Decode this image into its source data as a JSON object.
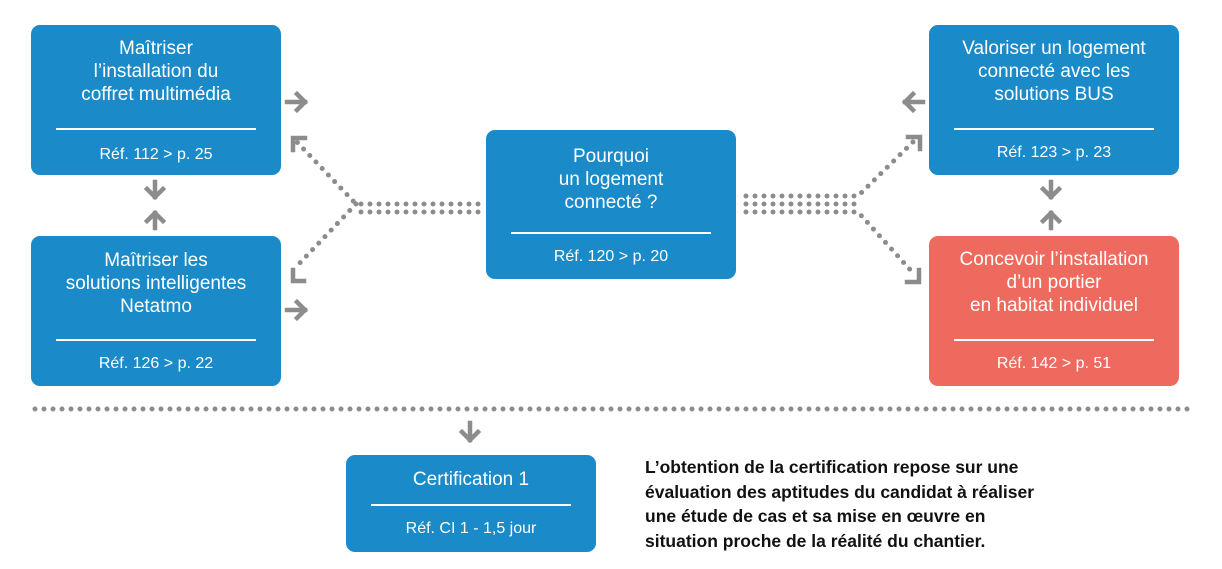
{
  "boxes": {
    "coffret": {
      "title": "Maîtriser\nl’installation du\ncoffret multimédia",
      "ref": "Réf. 112 > p. 25"
    },
    "netatmo": {
      "title": "Maîtriser les\nsolutions intelligentes\nNetatmo",
      "ref": "Réf. 126 > p. 22"
    },
    "pourquoi": {
      "title": "Pourquoi\nun logement\nconnecté ?",
      "ref": "Réf. 120 > p. 20"
    },
    "bus": {
      "title": "Valoriser un logement\nconnecté avec les\nsolutions BUS",
      "ref": "Réf. 123 > p. 23"
    },
    "portier": {
      "title": "Concevoir l’installation\nd’un portier\nen habitat individuel",
      "ref": "Réf. 142 > p. 51"
    },
    "certification": {
      "title": "Certification 1",
      "ref": "Réf. CI 1 - 1,5 jour"
    }
  },
  "note": "L’obtention de la certification repose sur une\névaluation des aptitudes du candidat à réaliser\nune étude de cas et sa mise en œuvre en\nsituation proche de la réalité du chantier.",
  "colors": {
    "blue": "#1a8ac8",
    "red": "#ee6a5e",
    "connector": "#8c8c8c"
  }
}
